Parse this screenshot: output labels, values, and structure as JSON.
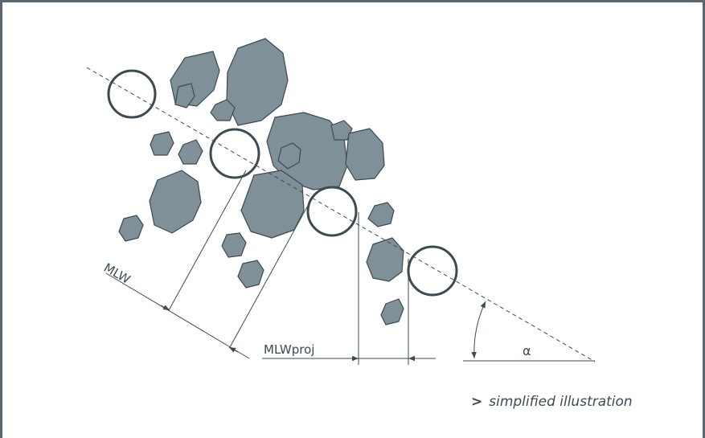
{
  "labels": {
    "mlw": "MLW",
    "mlw_proj": "MLWproj",
    "alpha": "α"
  },
  "note": {
    "marker": ">",
    "text": "simplified illustration"
  },
  "colors": {
    "frame": "#5a6770",
    "particle_fill": "#7f9099",
    "particle_stroke": "#3d4a52",
    "line": "#3d4a52",
    "circle_stroke": "#3d4a52"
  },
  "icons": {
    "note_marker": "chevron-right"
  }
}
